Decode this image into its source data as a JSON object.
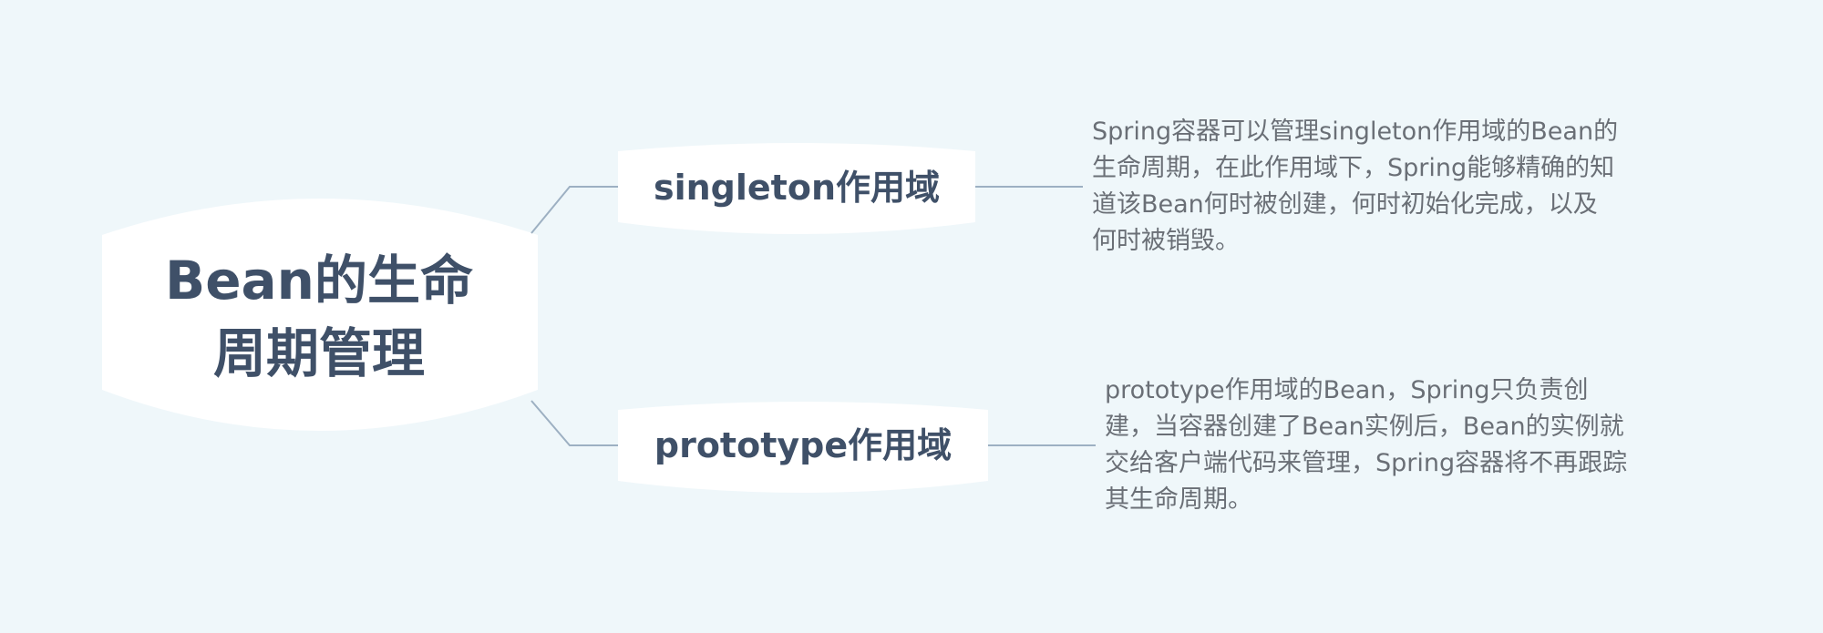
{
  "mindmap": {
    "root": {
      "lines": [
        "Bean的生命",
        "周期管理"
      ]
    },
    "branches": [
      {
        "title": "singleton作用域",
        "description_lines": [
          "Spring容器可以管理singleton作用域的Bean的",
          "生命周期，在此作用域下，Spring能够精确的知",
          "道该Bean何时被创建，何时初始化完成，以及",
          "何时被销毁。"
        ]
      },
      {
        "title": "prototype作用域",
        "description_lines": [
          "prototype作用域的Bean，Spring只负责创",
          "建，当容器创建了Bean实例后，Bean的实例就",
          "交给客户端代码来管理，Spring容器将不再跟踪",
          "其生命周期。"
        ]
      }
    ]
  },
  "colors": {
    "background": "#eff7fa",
    "node_fill": "#ffffff",
    "title_text": "#3f5068",
    "description_text": "#6a6f76",
    "connector": "#9db0c2"
  }
}
